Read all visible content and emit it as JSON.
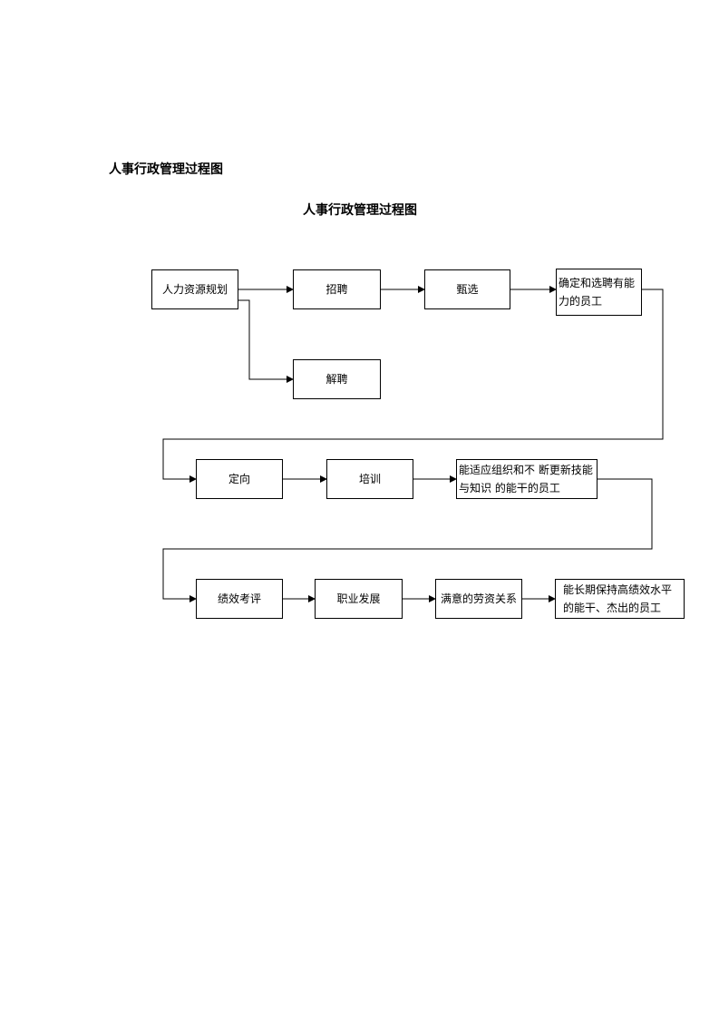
{
  "page": {
    "heading": "人事行政管理过程图",
    "diagram_title": "人事行政管理过程图"
  },
  "nodes": {
    "hr_planning": "人力资源规划",
    "recruit": "招聘",
    "screening": "甄选",
    "determine_hire": "确定和选聘有能力的员工",
    "dismissal": "解聘",
    "orientation": "定向",
    "training": "培训",
    "adaptive_staff": "能适应组织和不 断更新技能与知识 的能干的员工",
    "performance": "绩效考评",
    "career": "职业发展",
    "labor_relations": "满意的劳资关系",
    "retained_staff": "能长期保持高绩效水平的能干、杰出的员工"
  }
}
